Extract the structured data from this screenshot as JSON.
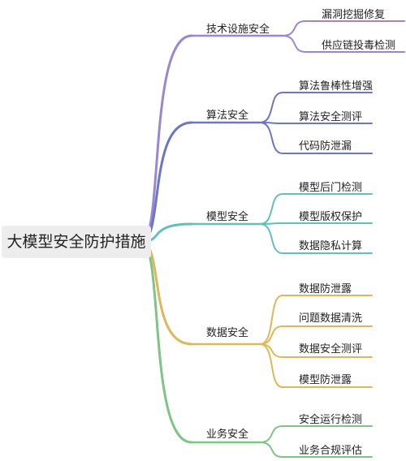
{
  "root": {
    "label": "大模型安全防护措施"
  },
  "branches": [
    {
      "label": "技术设施安全",
      "color": "#9b86cf",
      "leaves": [
        "漏洞挖掘修复",
        "供应链投毒检测"
      ]
    },
    {
      "label": "算法安全",
      "color": "#6b76c4",
      "leaves": [
        "算法鲁棒性增强",
        "算法安全测评",
        "代码防泄漏"
      ]
    },
    {
      "label": "模型安全",
      "color": "#62bfbb",
      "leaves": [
        "模型后门检测",
        "模型版权保护",
        "数据隐私计算"
      ]
    },
    {
      "label": "数据安全",
      "color": "#ddb75a",
      "leaves": [
        "数据防泄露",
        "问题数据清洗",
        "数据安全测评",
        "模型防泄露"
      ]
    },
    {
      "label": "业务安全",
      "color": "#7ec482",
      "leaves": [
        "安全运行检测",
        "业务合规评估"
      ]
    }
  ]
}
